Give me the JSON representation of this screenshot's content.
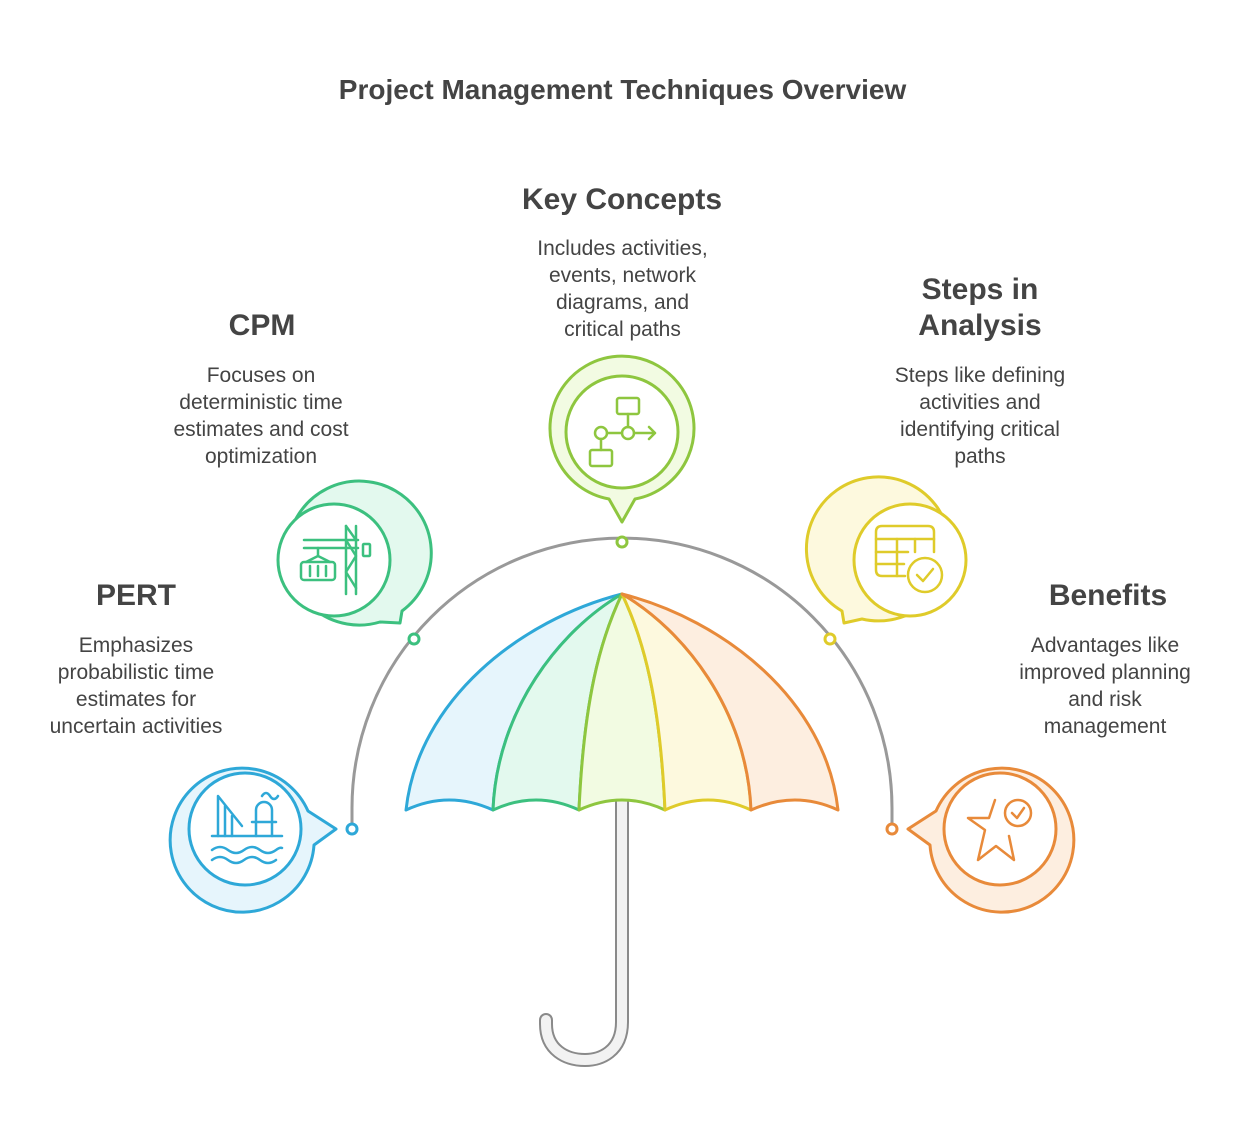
{
  "title": "Project Management Techniques Overview",
  "sections": [
    {
      "title": "PERT",
      "description": "Emphasizes probabilistic time estimates for uncertain activities",
      "color": "#2ea8d8",
      "fill": "#e6f5fc",
      "icon": "offshore-oil-platform-icon"
    },
    {
      "title": "CPM",
      "description": "Focuses on deterministic time estimates and cost optimization",
      "color": "#3cc07f",
      "fill": "#e3f9ee",
      "icon": "construction-crane-icon"
    },
    {
      "title": "Key Concepts",
      "description": "Includes activities, events, network diagrams, and critical paths",
      "color": "#8ec63f",
      "fill": "#f2fbe2",
      "icon": "flowchart-network-icon"
    },
    {
      "title": "Steps in Analysis",
      "description": "Steps like defining activities and identifying critical paths",
      "color": "#dfcb2a",
      "fill": "#fdf9de",
      "icon": "table-checklist-icon"
    },
    {
      "title": "Benefits",
      "description": "Advantages like improved planning and risk management",
      "color": "#e88a3a",
      "fill": "#fdeee0",
      "icon": "star-check-icon"
    }
  ],
  "umbrella": {
    "arc_color": "#999999",
    "handle_color": "#8a8a8a",
    "handle_fill": "#f2f2f2"
  }
}
